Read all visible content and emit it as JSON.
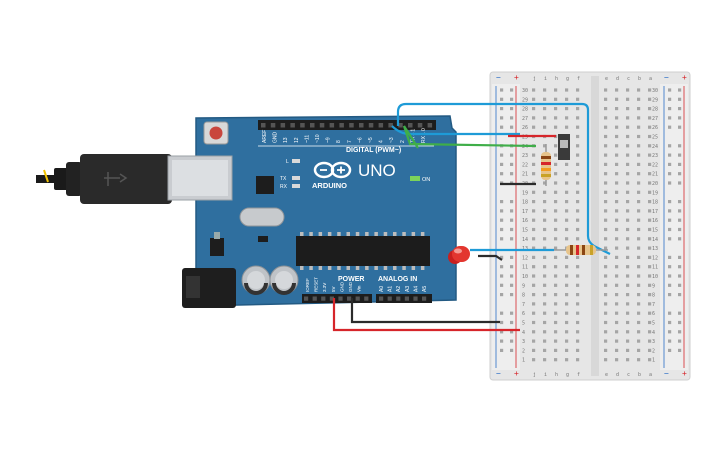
{
  "board": {
    "brand": "ARDUINO",
    "model": "UNO",
    "digital_header": "DIGITAL (PWM~)",
    "power_header": "POWER",
    "analog_header": "ANALOG IN",
    "on_label": "ON",
    "led_labels": [
      "L",
      "TX",
      "RX"
    ],
    "digital_pins": [
      "AREF",
      "GND",
      "13",
      "12",
      "~11",
      "~10",
      "~9",
      "8",
      "7",
      "~6",
      "~5",
      "4",
      "~3",
      "2",
      "TX→1",
      "RX←0"
    ],
    "power_pins": [
      "IOREF",
      "RESET",
      "3.3V",
      "5V",
      "GND",
      "GND",
      "Vin"
    ],
    "analog_pins": [
      "A0",
      "A1",
      "A2",
      "A3",
      "A4",
      "A5"
    ],
    "colors": {
      "pcb": "#2f6f9f",
      "pcb_edge": "#235a83",
      "silk": "#ffffff"
    }
  },
  "breadboard": {
    "rail_plus": "+",
    "rail_minus": "−",
    "col_letters_left": [
      "j",
      "i",
      "h",
      "g",
      "f"
    ],
    "col_letters_right": [
      "e",
      "d",
      "c",
      "b",
      "a"
    ],
    "row_numbers": [
      "30",
      "29",
      "28",
      "27",
      "26",
      "25",
      "24",
      "23",
      "22",
      "21",
      "20",
      "19",
      "18",
      "17",
      "16",
      "15",
      "14",
      "13",
      "12",
      "11",
      "10",
      "9",
      "8",
      "7",
      "6",
      "5",
      "4",
      "3",
      "2",
      "1"
    ]
  },
  "wires": {
    "colors": {
      "blue": "#1e9bd7",
      "green": "#3fae49",
      "red": "#d6252a",
      "black": "#2b2b2b"
    }
  },
  "components": {
    "led": "red-led",
    "switch": "slide-switch",
    "resistors": [
      "resistor-pulldown",
      "resistor-led"
    ]
  }
}
